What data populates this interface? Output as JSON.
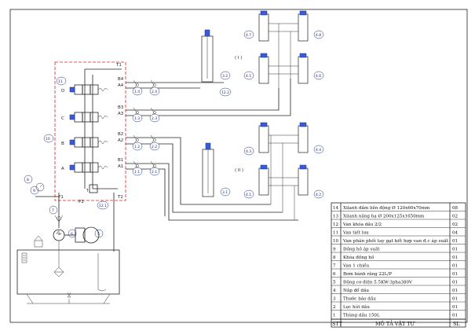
{
  "diagram": {
    "group_labels": [
      "( I )",
      "( II )"
    ],
    "port_labels": {
      "valve1": [
        "B1",
        "A1"
      ],
      "valve2": [
        "B2",
        "A2"
      ],
      "valve3": [
        "B3",
        "A3"
      ],
      "valve4": [
        "B4",
        "A4"
      ],
      "block": [
        "T1",
        "T2",
        "P1",
        "P2"
      ]
    },
    "valve_letters": [
      "A",
      "B",
      "C",
      "D"
    ],
    "component_tags": [
      "1.1",
      "1.2",
      "1.3",
      "1.4",
      "2.1",
      "2.2",
      "2.3",
      "2.4",
      "3.1",
      "3.2",
      "4.1",
      "4.2",
      "4.3",
      "4.4",
      "4.5",
      "4.6",
      "4.7",
      "4.8",
      "5",
      "6",
      "7",
      "8",
      "9",
      "10",
      "11",
      "12.1",
      "12.2"
    ]
  },
  "bom": {
    "header": {
      "stt": "STT",
      "desc": "MÔ TẢ VẬT TƯ",
      "qty": "SL"
    },
    "rows": [
      {
        "stt": "14",
        "desc": "Xilanh đầm liên động Ø 120x60x70mm",
        "qty": "08"
      },
      {
        "stt": "13",
        "desc": "Xilanh nâng hạ Ø 200x125x1650mm",
        "qty": "02"
      },
      {
        "stt": "12",
        "desc": "Van khóa dầu 2/2",
        "qty": "02"
      },
      {
        "stt": "11",
        "desc": "Van tiết lưu",
        "qty": "04"
      },
      {
        "stt": "10",
        "desc": "Van phân phối tay gạt kết hợp van đ.c áp suất",
        "qty": "01"
      },
      {
        "stt": "9",
        "desc": "Đồng hồ áp suất",
        "qty": "01"
      },
      {
        "stt": "8",
        "desc": "Khóa đồng hồ",
        "qty": "01"
      },
      {
        "stt": "7",
        "desc": "Van 1 chiều",
        "qty": "01"
      },
      {
        "stt": "6",
        "desc": "Bơm bánh răng 22L/P",
        "qty": "01"
      },
      {
        "stt": "5",
        "desc": "Động cơ điện 5.5KW-3pha380V",
        "qty": "01"
      },
      {
        "stt": "4",
        "desc": "Nắp đổ dầu",
        "qty": "01"
      },
      {
        "stt": "3",
        "desc": "Thước báo dầu",
        "qty": "01"
      },
      {
        "stt": "2",
        "desc": "Lọc hút dầu",
        "qty": "01"
      },
      {
        "stt": "1",
        "desc": "Thùng dầu 150L",
        "qty": "01"
      }
    ]
  }
}
